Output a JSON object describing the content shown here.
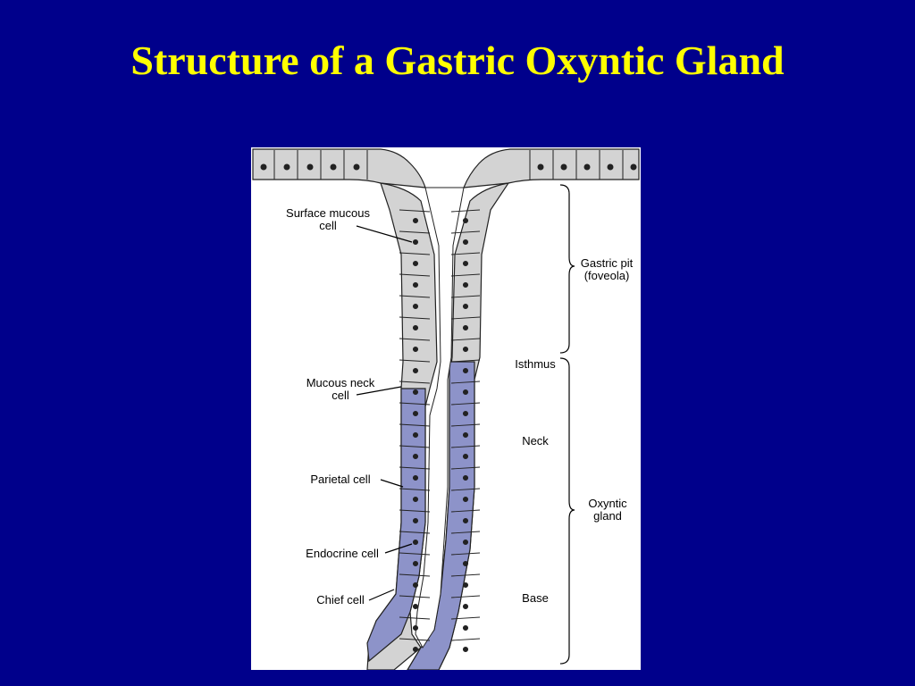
{
  "slide": {
    "title": "Structure of a Gastric Oxyntic Gland"
  },
  "figure": {
    "left_labels": {
      "surface_mucous": "Surface mucous\ncell",
      "mucous_neck": "Mucous neck\ncell",
      "parietal": "Parietal cell",
      "endocrine": "Endocrine cell",
      "chief": "Chief cell"
    },
    "right_labels": {
      "gastric_pit": "Gastric pit\n(foveola)",
      "isthmus": "Isthmus",
      "neck": "Neck",
      "oxyntic_gland": "Oxyntic\ngland",
      "base": "Base"
    }
  },
  "colors": {
    "background": "#00008b",
    "title": "#ffff00",
    "cell_gray": "#d3d3d3",
    "cell_purple": "#8d93c9",
    "outline": "#222222"
  }
}
